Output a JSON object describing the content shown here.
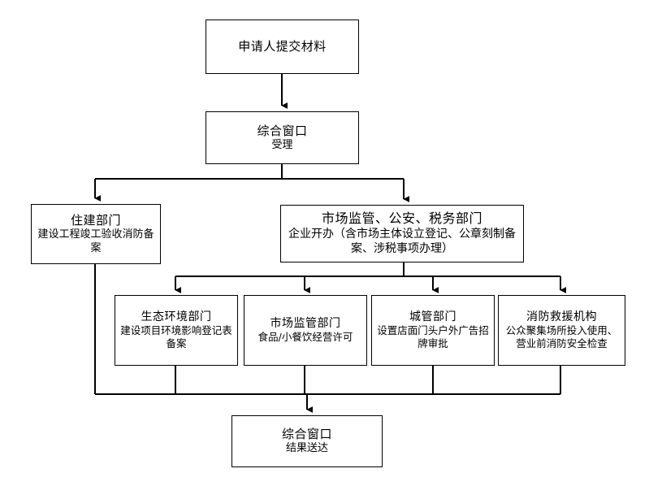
{
  "diagram": {
    "type": "flowchart",
    "orientation": "top-down",
    "line_color": "#000000",
    "box_fill": "#ffffff",
    "box_border": "#000000"
  },
  "nodes": {
    "applicant": {
      "title": "申请人提交材料",
      "desc": ""
    },
    "intake_window": {
      "title": "综合窗口",
      "desc": "受理"
    },
    "housing_dept": {
      "title": "住建部门",
      "desc": "建设工程竣工验收消防备案"
    },
    "market_public_tax": {
      "title": "市场监管、公安、税务部门",
      "desc": "企业开办（含市场主体设立登记、公章刻制备案、涉税事项办理）"
    },
    "eco_env_dept": {
      "title": "生态环境部门",
      "desc": "建设项目环境影响登记表备案"
    },
    "market_dept": {
      "title": "市场监管部门",
      "desc": "食品/小餐饮经营许可"
    },
    "urban_mgmt_dept": {
      "title": "城管部门",
      "desc": "设置店面门头户外广告招牌审批"
    },
    "fire_rescue_agency": {
      "title": "消防救援机构",
      "desc": "公众聚集场所投入使用、营业前消防安全检查"
    },
    "result_window": {
      "title": "综合窗口",
      "desc": "结果送达"
    }
  }
}
